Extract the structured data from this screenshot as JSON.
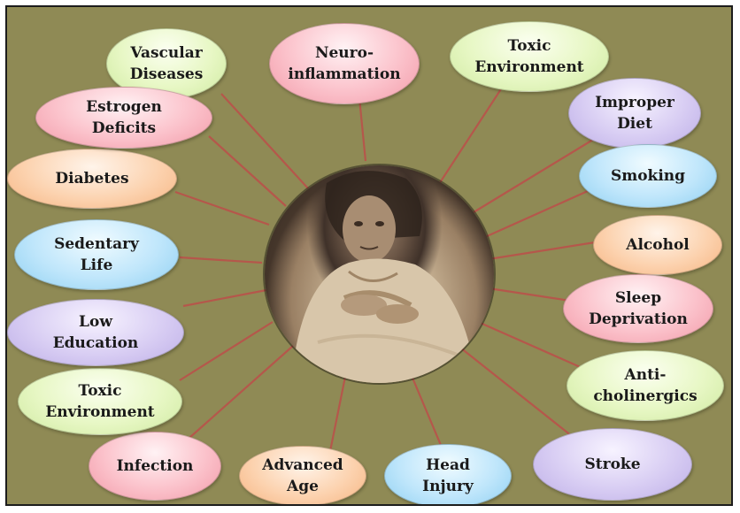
{
  "diagram": {
    "center": "photo-of-elderly-woman",
    "nodes": [
      {
        "label": "Vascular\nDiseases",
        "color": "green"
      },
      {
        "label": "Neuro-\ninflammation",
        "color": "pink"
      },
      {
        "label": "Toxic\nEnvironment",
        "color": "green"
      },
      {
        "label": "Improper\nDiet",
        "color": "purple"
      },
      {
        "label": "Smoking",
        "color": "blue"
      },
      {
        "label": "Alcohol",
        "color": "orange"
      },
      {
        "label": "Sleep\nDeprivation",
        "color": "pink"
      },
      {
        "label": "Anti-\ncholinergics",
        "color": "green"
      },
      {
        "label": "Stroke",
        "color": "purple"
      },
      {
        "label": "Head\nInjury",
        "color": "blue"
      },
      {
        "label": "Advanced\nAge",
        "color": "orange"
      },
      {
        "label": "Infection",
        "color": "pink"
      },
      {
        "label": "Toxic\nEnvironment",
        "color": "green"
      },
      {
        "label": "Low\nEducation",
        "color": "purple"
      },
      {
        "label": "Sedentary\nLife",
        "color": "blue"
      },
      {
        "label": "Diabetes",
        "color": "orange"
      },
      {
        "label": "Estrogen\nDeficits",
        "color": "pink"
      }
    ]
  }
}
